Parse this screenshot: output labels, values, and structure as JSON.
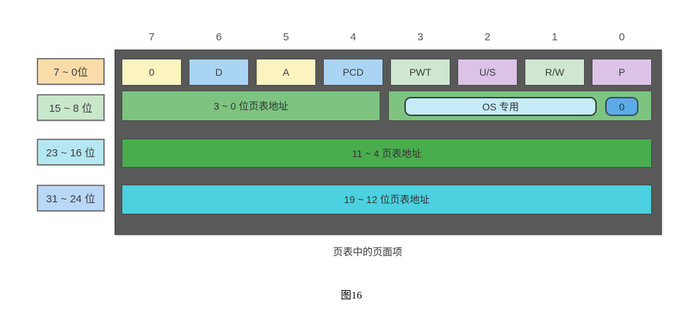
{
  "figure": {
    "caption": "页表中的页面项",
    "figure_label": "图16"
  },
  "bit_numbers": [
    "7",
    "6",
    "5",
    "4",
    "3",
    "2",
    "1",
    "0"
  ],
  "byte_labels": [
    {
      "label": "7 ~ 0位",
      "color": "#fadca9"
    },
    {
      "label": "15 ~ 8 位",
      "color": "#c9e7ca"
    },
    {
      "label": "23 ~ 16 位",
      "color": "#b4e7f1"
    },
    {
      "label": "31 ~ 24 位",
      "color": "#b9d8f7"
    }
  ],
  "bit_field_cells": [
    {
      "label": "0",
      "color": "#fbf3c0"
    },
    {
      "label": "D",
      "color": "#aad4f4"
    },
    {
      "label": "A",
      "color": "#fbf3c0"
    },
    {
      "label": "PCD",
      "color": "#aad4f4"
    },
    {
      "label": "PWT",
      "color": "#cfe7d0"
    },
    {
      "label": "U/S",
      "color": "#dcc2e7"
    },
    {
      "label": "R/W",
      "color": "#cfe7d0"
    },
    {
      "label": "P",
      "color": "#dcc2e7"
    }
  ],
  "row2": {
    "left_label": "3 ~ 0 位页表地址",
    "os_label": "OS 专用",
    "zero_label": "0"
  },
  "row3": {
    "label": "11 ~ 4 页表地址"
  },
  "row4": {
    "label": "19 ~ 12 位页表地址"
  },
  "colors": {
    "container_bg": "#595959",
    "row2_green": "#7cc47f",
    "row3_green": "#49ad4e",
    "row4_cyan": "#4bd1e0",
    "os_box_bg": "#c4ecf7",
    "zero_box_bg": "#5cabe8"
  }
}
